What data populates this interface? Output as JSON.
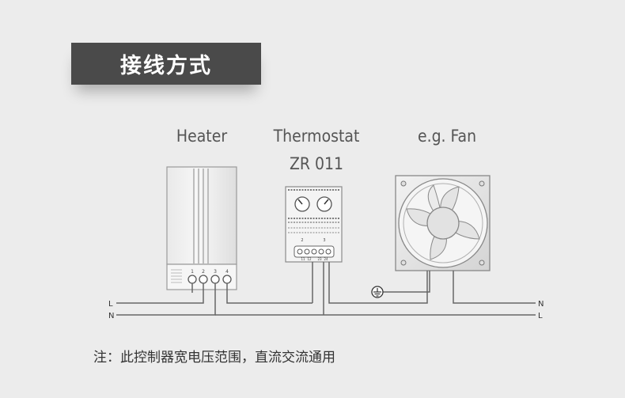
{
  "title": "接线方式",
  "devices": {
    "heater": "Heater",
    "thermostat_line1": "Thermostat",
    "thermostat_line2": "ZR 011",
    "fan": "e.g. Fan"
  },
  "terminals": {
    "heater": [
      "1",
      "2",
      "3",
      "4"
    ],
    "thermostat_top": [
      "2",
      "3"
    ],
    "thermostat_bottom": [
      "11",
      "12",
      "23",
      "24"
    ]
  },
  "lines": {
    "left_top": "L",
    "left_bottom": "N",
    "right_top": "N",
    "right_bottom": "L"
  },
  "note": "注：此控制器宽电压范围，直流交流通用",
  "colors": {
    "background": "#ececec",
    "banner": "#4a4a4a",
    "wire": "#666666"
  }
}
